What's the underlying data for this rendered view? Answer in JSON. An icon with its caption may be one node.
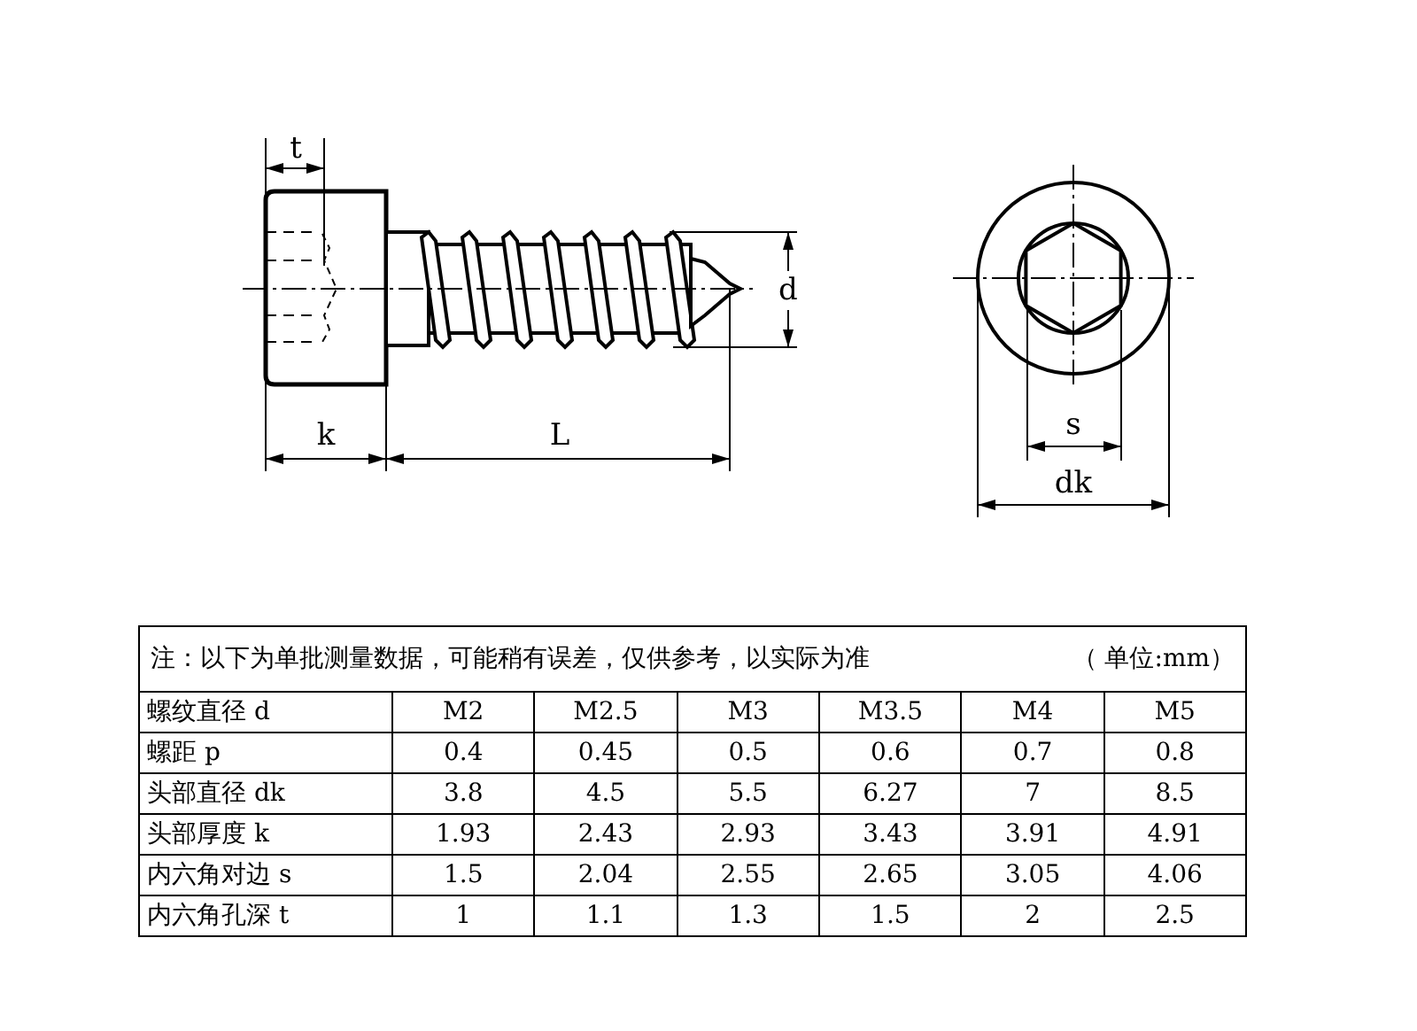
{
  "diagram": {
    "labels": [
      "t",
      "d",
      "k",
      "L",
      "s",
      "dk",
      "注：以下为单批测量数据，可能稍有误差，仅供参考，以实际为准",
      "（ 单位:mm）",
      "螺纹直径 d",
      "M2",
      "M2.5",
      "M3",
      "M3.5",
      "M4",
      "M5",
      "螺距 p",
      "0.4",
      "0.45",
      "0.5",
      "0.6",
      "0.7",
      "0.8",
      "头部直径 dk",
      "3.8",
      "4.5",
      "5.5",
      "6.27",
      "7",
      "8.5",
      "头部厚度 k",
      "1.93",
      "2.43",
      "2.93",
      "3.43",
      "3.91",
      "4.91",
      "内六角对边 s",
      "1.5",
      "2.04",
      "2.55",
      "2.65",
      "3.05",
      "4.06",
      "内六角孔深 t",
      "1",
      "1.1",
      "1.3",
      "1.5",
      "2",
      "2.5"
    ]
  }
}
